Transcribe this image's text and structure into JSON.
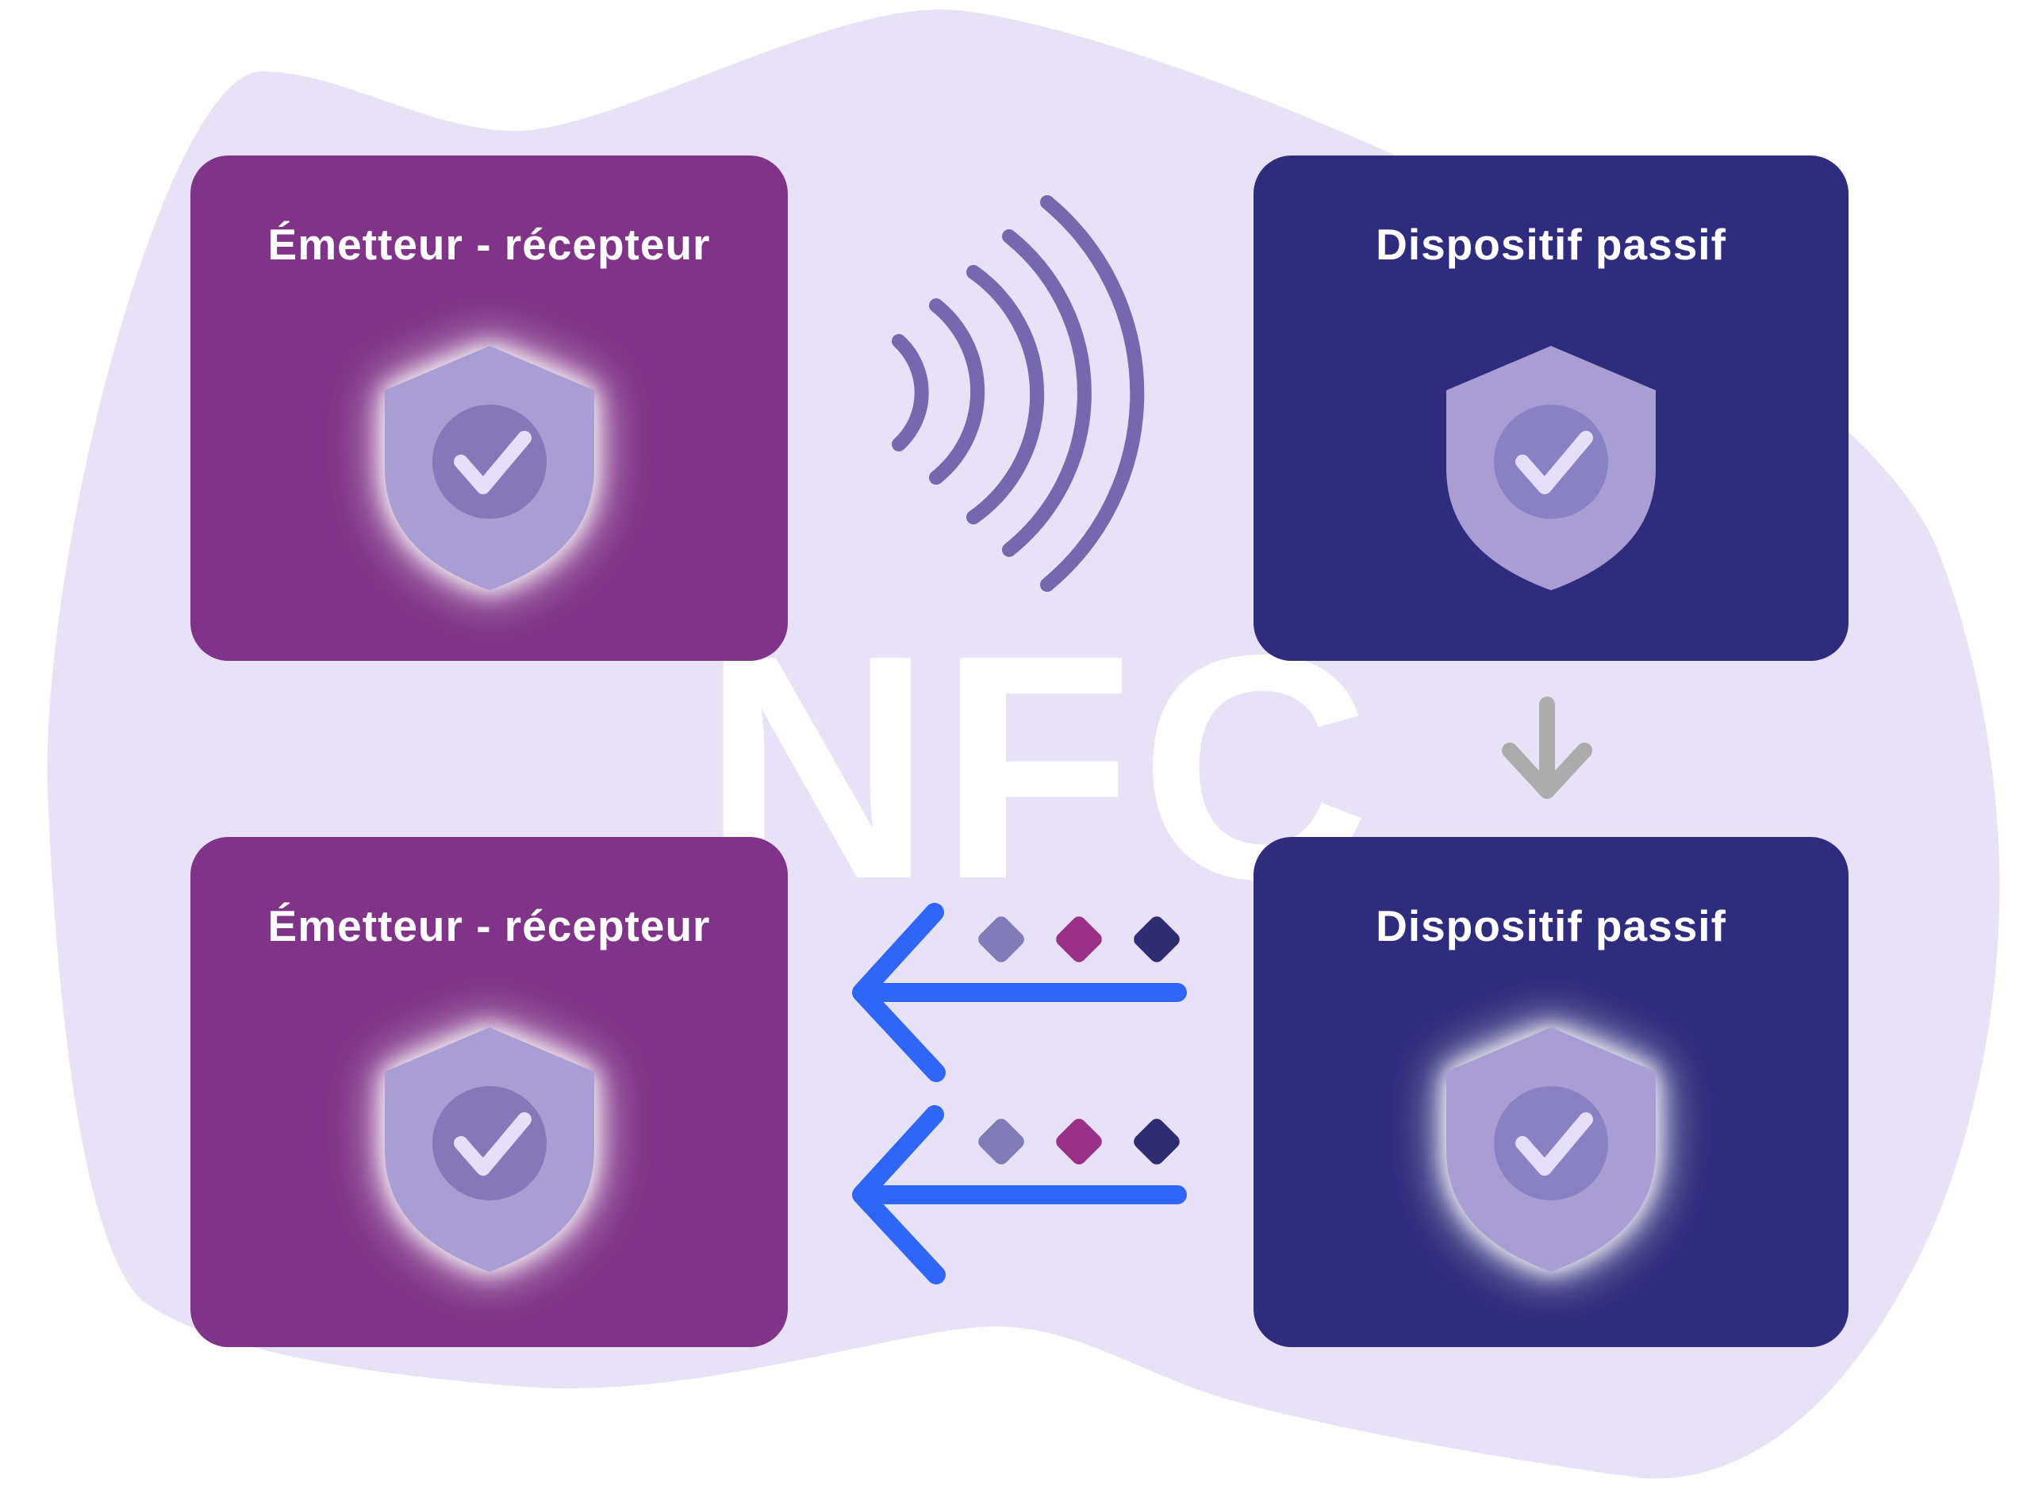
{
  "watermark": "NFC",
  "cards": {
    "top_left": {
      "title": "Émetteur - récepteur",
      "variant": "purple",
      "glow": true
    },
    "top_right": {
      "title": "Dispositif passif",
      "variant": "indigo",
      "glow": false
    },
    "bottom_left": {
      "title": "Émetteur - récepteur",
      "variant": "purple",
      "glow": true
    },
    "bottom_right": {
      "title": "Dispositif passif",
      "variant": "indigo",
      "glow": true
    }
  },
  "icons": {
    "shield_check": "shield-check-icon",
    "nfc_waves": "nfc-signal-waves-icon",
    "down_arrow": "down-arrow-icon",
    "left_arrows": "data-transfer-left-arrows",
    "diamonds": "data-packet-diamonds"
  },
  "colors": {
    "background": "#ffffff",
    "blob": "#E7E2F6",
    "card_purple": "#803488",
    "card_indigo": "#302C7D",
    "title": "#ffffff",
    "waves": "#7568AE",
    "nfc_text": "#ffffff",
    "down_arrow_gray": "#ABABAB",
    "arrow_blue": "#2F66F6",
    "diamond_slate": "#817BB7",
    "diamond_magenta": "#9A3189",
    "diamond_indigo": "#2F2C72",
    "shield_body": "#A89ED3",
    "shield_circle_on_purple": "#8577B8",
    "shield_circle_on_indigo": "#8A81C5",
    "shield_check": "#E5DFF8"
  }
}
